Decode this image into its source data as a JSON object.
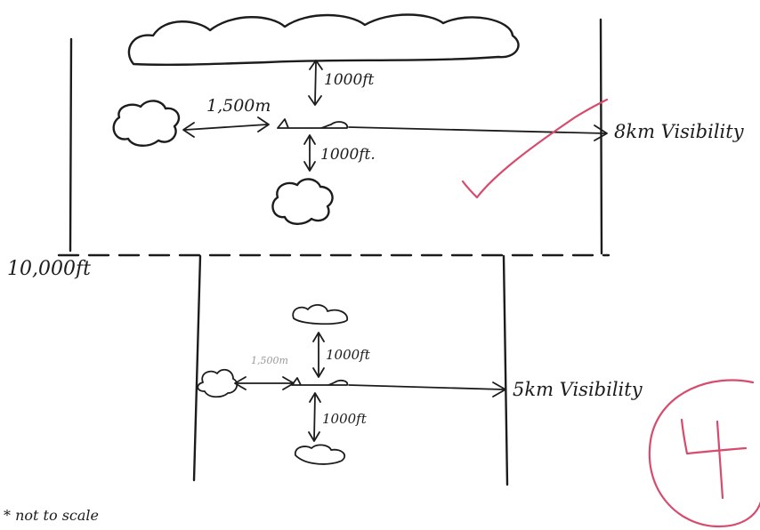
{
  "upper_box": {
    "dist_label": "1,500m",
    "above_label": "1000ft",
    "below_label": "1000ft.",
    "visibility_label": "8km Visibility"
  },
  "altitude_label": "10,000ft",
  "lower_box": {
    "dist_label": "1,500m",
    "above_label": "1000ft",
    "below_label": "1000ft",
    "visibility_label": "5km Visibility"
  },
  "footnote": "* not to scale",
  "grade_mark": "4",
  "colors": {
    "ink": "#1c1c1c",
    "marker": "#d64b6e",
    "faint": "#9a9a9a"
  }
}
